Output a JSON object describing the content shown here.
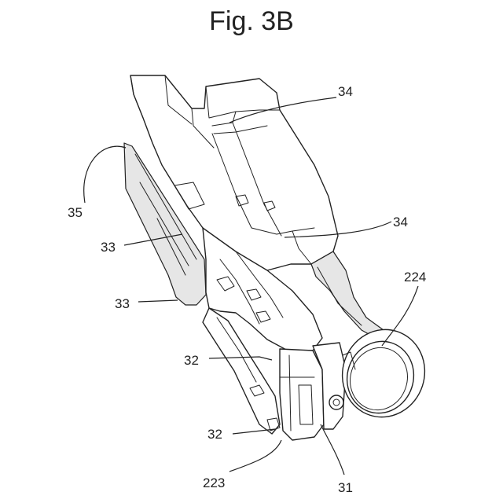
{
  "figure": {
    "title": "Fig. 3B",
    "labels": {
      "l34a": "34",
      "l34b": "34",
      "l35": "35",
      "l33a": "33",
      "l33b": "33",
      "l224": "224",
      "l32a": "32",
      "l32b": "32",
      "l223": "223",
      "l31": "31"
    }
  }
}
